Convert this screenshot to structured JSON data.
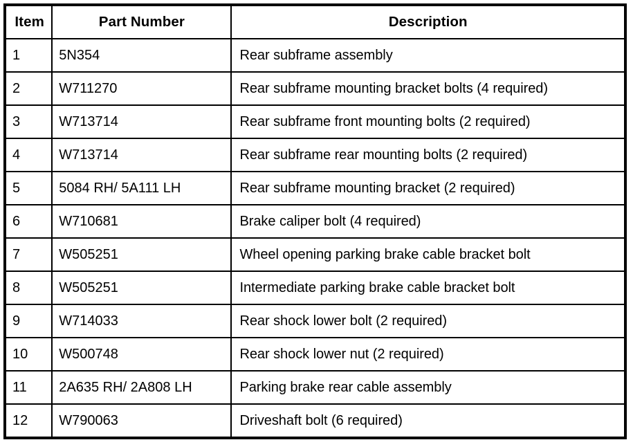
{
  "table": {
    "columns": [
      {
        "key": "item",
        "label": "Item"
      },
      {
        "key": "part_number",
        "label": "Part Number"
      },
      {
        "key": "description",
        "label": "Description"
      }
    ],
    "rows": [
      {
        "item": "1",
        "part_number": "5N354",
        "description": "Rear subframe assembly"
      },
      {
        "item": "2",
        "part_number": "W711270",
        "description": "Rear subframe mounting bracket bolts (4 required)"
      },
      {
        "item": "3",
        "part_number": "W713714",
        "description": "Rear subframe front mounting bolts (2 required)"
      },
      {
        "item": "4",
        "part_number": "W713714",
        "description": "Rear subframe rear mounting bolts (2 required)"
      },
      {
        "item": "5",
        "part_number": "5084 RH/ 5A111 LH",
        "description": "Rear subframe mounting bracket (2 required)"
      },
      {
        "item": "6",
        "part_number": "W710681",
        "description": "Brake caliper bolt (4 required)"
      },
      {
        "item": "7",
        "part_number": "W505251",
        "description": "Wheel opening parking brake cable bracket bolt"
      },
      {
        "item": "8",
        "part_number": "W505251",
        "description": "Intermediate parking brake cable bracket bolt"
      },
      {
        "item": "9",
        "part_number": "W714033",
        "description": "Rear shock lower bolt (2 required)"
      },
      {
        "item": "10",
        "part_number": "W500748",
        "description": "Rear shock lower nut (2 required)"
      },
      {
        "item": "11",
        "part_number": "2A635 RH/ 2A808 LH",
        "description": "Parking brake rear cable assembly"
      },
      {
        "item": "12",
        "part_number": "W790063",
        "description": "Driveshaft bolt (6 required)"
      }
    ]
  },
  "colors": {
    "background": "#ffffff",
    "text": "#000000",
    "border": "#000000"
  }
}
